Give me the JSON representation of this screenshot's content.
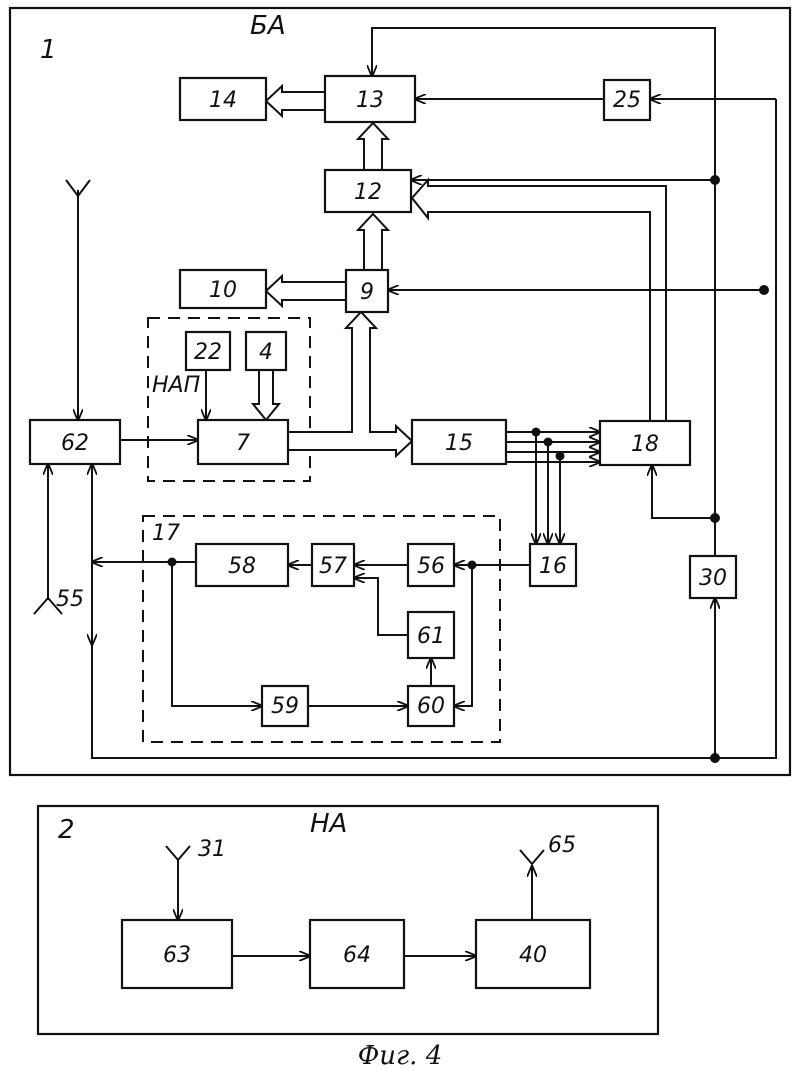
{
  "unit1": {
    "number": "1",
    "title": "БА"
  },
  "unit2": {
    "number": "2",
    "title": "НА"
  },
  "nap_label": "НАП",
  "group17_label": "17",
  "blocks": {
    "b14": "14",
    "b13": "13",
    "b25": "25",
    "b12": "12",
    "b10": "10",
    "b9": "9",
    "b22": "22",
    "b4": "4",
    "b62": "62",
    "b7": "7",
    "b15": "15",
    "b18": "18",
    "b58": "58",
    "b57": "57",
    "b56": "56",
    "b16": "16",
    "b30": "30",
    "b61": "61",
    "b59": "59",
    "b60": "60",
    "b63": "63",
    "b64": "64",
    "b40": "40"
  },
  "antennas": {
    "a55": "55",
    "a31": "31",
    "a65": "65"
  },
  "caption": "Фиг. 4"
}
